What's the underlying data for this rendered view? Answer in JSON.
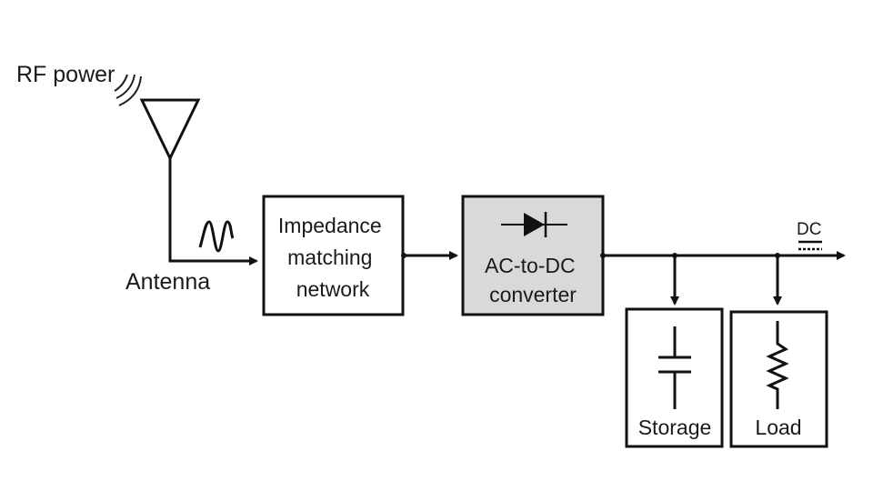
{
  "diagram": {
    "title": "RF energy harvesting block diagram",
    "source_label": "RF power",
    "antenna_label": "Antenna",
    "blocks": {
      "matching": {
        "lines": [
          "Impedance",
          "matching",
          "network"
        ]
      },
      "converter": {
        "lines": [
          "AC-to-DC",
          "converter"
        ],
        "fill": "#d9d9d9"
      },
      "storage": {
        "label": "Storage"
      },
      "load": {
        "label": "Load"
      }
    },
    "output_label": "DC",
    "colors": {
      "stroke": "#111111",
      "converter_fill": "#d9d9d9",
      "background": "#ffffff"
    }
  }
}
